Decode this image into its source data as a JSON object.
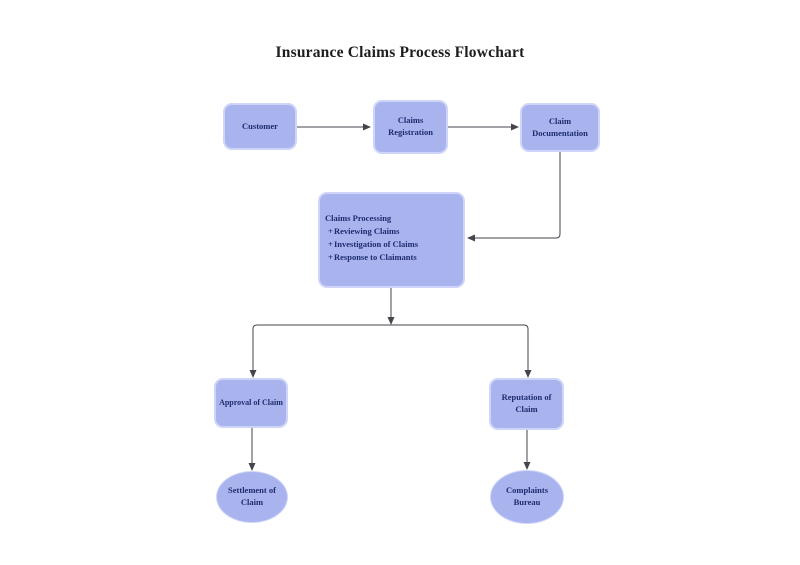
{
  "title": "Insurance Claims Process Flowchart",
  "colors": {
    "node_fill": "#a9b4ef",
    "node_border": "#ced5f8",
    "label_color": "#1e2c6e",
    "connector": "#45454d",
    "title_color": "#1d1d1d"
  },
  "flowchart": {
    "nodes": {
      "customer": {
        "label": "Customer"
      },
      "claims_registration": {
        "label": "Claims Registration"
      },
      "claim_documentation": {
        "label": "Claim Documentation"
      },
      "claims_processing": {
        "heading": "Claims Processing",
        "bullet_char": "+",
        "items": [
          "Reviewing Claims",
          "Investigation of Claims",
          "Response to Claimants"
        ]
      },
      "approval": {
        "label": "Approval of Claim"
      },
      "reputation": {
        "label": "Reputation of Claim"
      },
      "settlement": {
        "label": "Settlement of Claim"
      },
      "complaints": {
        "label": "Complaints Bureau"
      }
    }
  }
}
